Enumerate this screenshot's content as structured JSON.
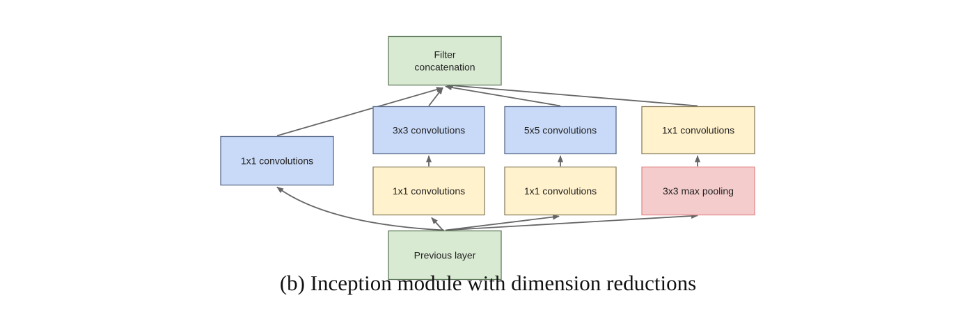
{
  "colors": {
    "conv_blue": "#c9daf8",
    "conv_blue_border": "#5a6b8a",
    "reduce_yellow": "#fff2cc",
    "reduce_yellow_border": "#8a8060",
    "pool_red": "#f4cccc",
    "pool_red_border": "#e58a8a",
    "layer_green": "#d9ead3",
    "layer_green_border": "#5f7a5a",
    "arrow": "#666666"
  },
  "nodes": {
    "filter_concat": {
      "lines": [
        "Filter",
        "concatenation"
      ],
      "color": "layer_green"
    },
    "conv3x3": {
      "lines": [
        "3x3 convolutions"
      ],
      "color": "conv_blue"
    },
    "conv5x5": {
      "lines": [
        "5x5 convolutions"
      ],
      "color": "conv_blue"
    },
    "conv1x1_pool_proj": {
      "lines": [
        "1x1 convolutions"
      ],
      "color": "reduce_yellow"
    },
    "conv1x1_direct": {
      "lines": [
        "1x1 convolutions"
      ],
      "color": "conv_blue"
    },
    "conv1x1_reduce_3x3": {
      "lines": [
        "1x1 convolutions"
      ],
      "color": "reduce_yellow"
    },
    "conv1x1_reduce_5x5": {
      "lines": [
        "1x1 convolutions"
      ],
      "color": "reduce_yellow"
    },
    "maxpool3x3": {
      "lines": [
        "3x3 max pooling"
      ],
      "color": "pool_red"
    },
    "previous_layer": {
      "lines": [
        "Previous layer"
      ],
      "color": "layer_green"
    }
  },
  "edges": [
    [
      "previous_layer",
      "conv1x1_direct"
    ],
    [
      "previous_layer",
      "conv1x1_reduce_3x3"
    ],
    [
      "previous_layer",
      "conv1x1_reduce_5x5"
    ],
    [
      "previous_layer",
      "maxpool3x3"
    ],
    [
      "conv1x1_reduce_3x3",
      "conv3x3"
    ],
    [
      "conv1x1_reduce_5x5",
      "conv5x5"
    ],
    [
      "maxpool3x3",
      "conv1x1_pool_proj"
    ],
    [
      "conv1x1_direct",
      "filter_concat"
    ],
    [
      "conv3x3",
      "filter_concat"
    ],
    [
      "conv5x5",
      "filter_concat"
    ],
    [
      "conv1x1_pool_proj",
      "filter_concat"
    ]
  ],
  "caption": "(b)  Inception module with dimension reductions"
}
